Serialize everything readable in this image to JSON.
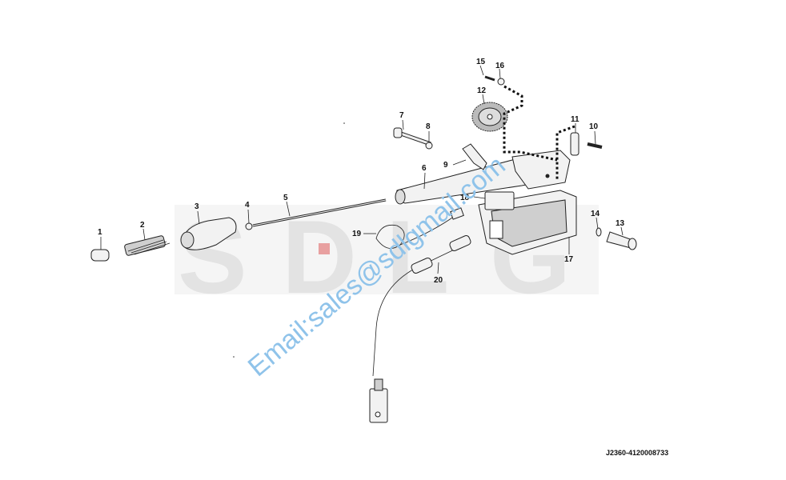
{
  "watermark": {
    "letters": [
      "S",
      "D",
      "L",
      "G"
    ],
    "email": "Email:sales@sdlgmail.com"
  },
  "reference_code": "J2360-4120008733",
  "callouts": [
    "1",
    "2",
    "3",
    "4",
    "5",
    "6",
    "7",
    "8",
    "9",
    "10",
    "11",
    "12",
    "13",
    "14",
    "15",
    "16",
    "17",
    "18",
    "19",
    "20"
  ],
  "colors": {
    "watermark": "#e3e3e3",
    "email": "#8fc3ea",
    "ink": "#111111",
    "accent": "#d9534f"
  }
}
